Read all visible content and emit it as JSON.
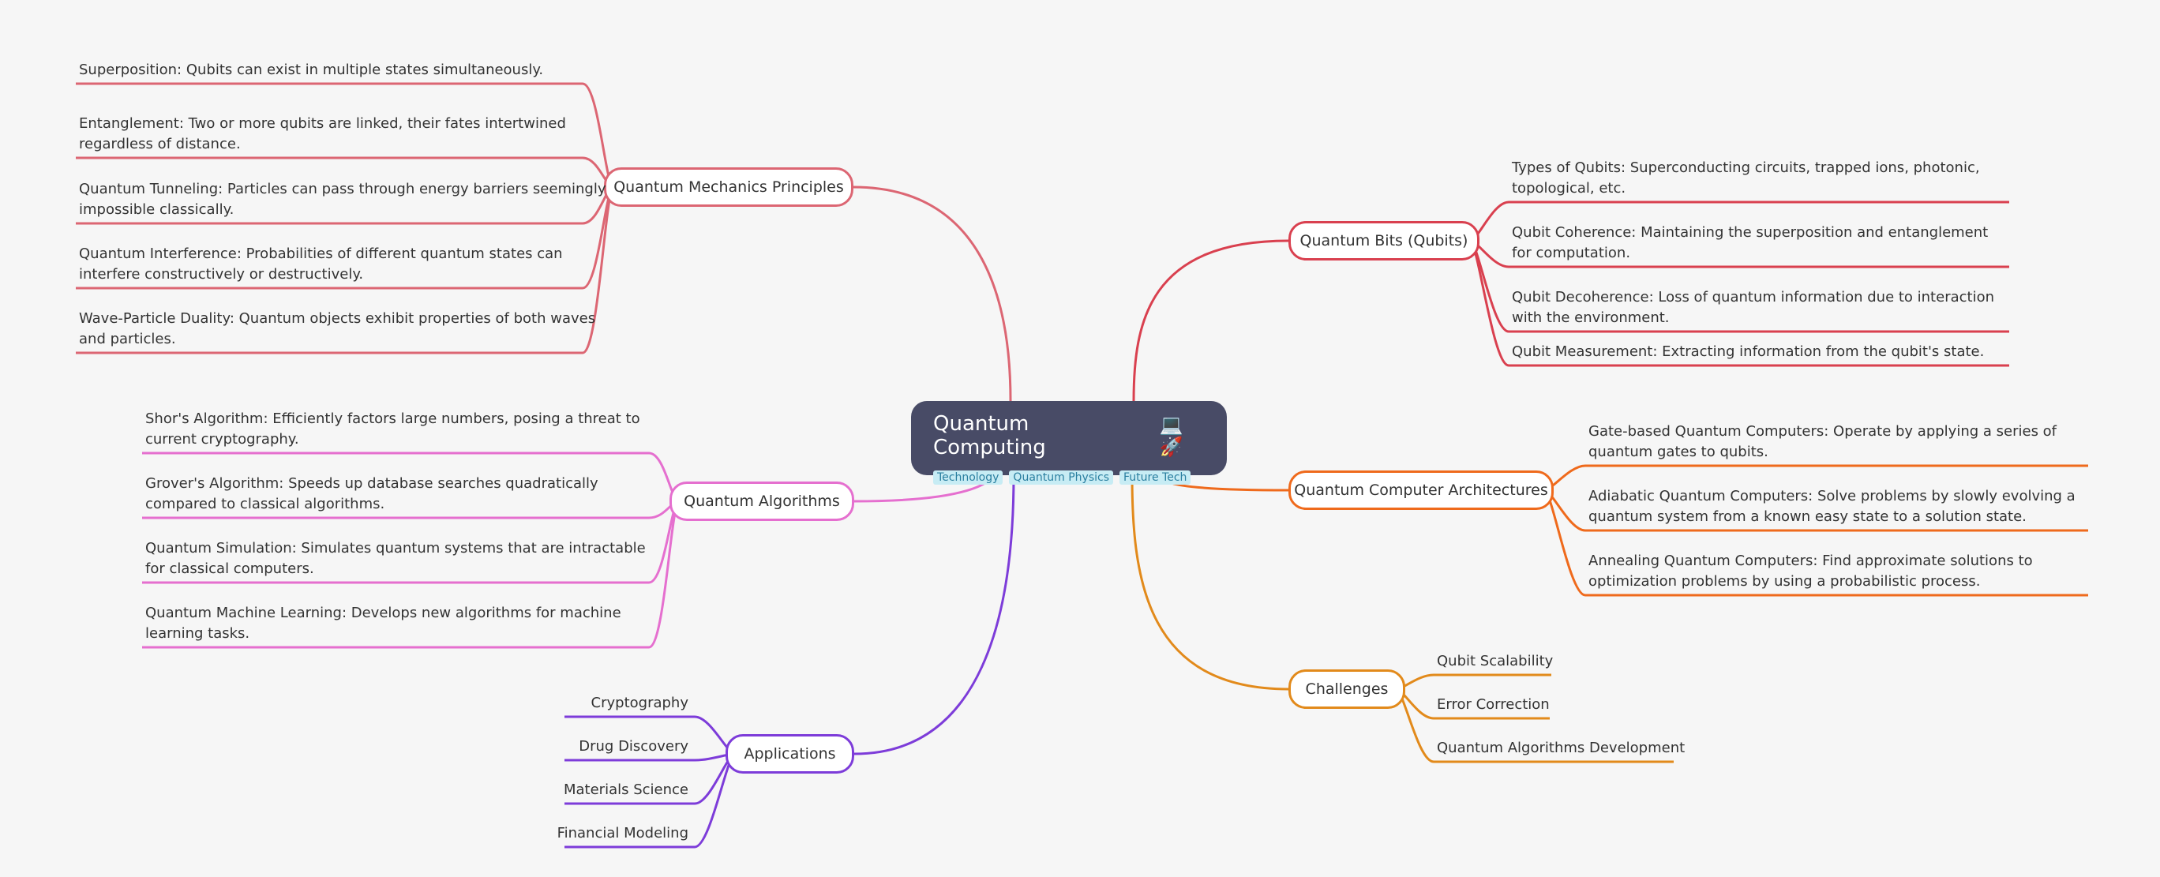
{
  "root": {
    "title": "Quantum Computing",
    "emoji": "💻🚀",
    "tags": [
      "Technology",
      "Quantum Physics",
      "Future Tech"
    ]
  },
  "branches": {
    "mechanics": {
      "label": "Quantum Mechanics Principles",
      "color": "#dc6673",
      "leaves": [
        "Superposition: Qubits can exist in multiple states simultaneously.",
        "Entanglement: Two or more qubits are linked, their fates intertwined regardless of distance.",
        "Quantum Tunneling: Particles can pass through energy barriers seemingly impossible classically.",
        "Quantum Interference: Probabilities of different quantum states can interfere constructively or destructively.",
        "Wave-Particle Duality: Quantum objects exhibit properties of both waves and particles."
      ]
    },
    "algorithms": {
      "label": "Quantum Algorithms",
      "color": "#e56fcf",
      "leaves": [
        "Shor's Algorithm: Efficiently factors large numbers, posing a threat to current cryptography.",
        "Grover's Algorithm: Speeds up database searches quadratically compared to classical algorithms.",
        "Quantum Simulation: Simulates quantum systems that are intractable for classical computers.",
        "Quantum Machine Learning: Develops new algorithms for machine learning tasks."
      ]
    },
    "applications": {
      "label": "Applications",
      "color": "#7d3cd9",
      "leaves": [
        "Cryptography",
        "Drug Discovery",
        "Materials Science",
        "Financial Modeling"
      ]
    },
    "qubits": {
      "label": "Quantum Bits (Qubits)",
      "color": "#d9404f",
      "leaves": [
        "Types of Qubits: Superconducting circuits, trapped ions, photonic, topological, etc.",
        "Qubit Coherence: Maintaining the superposition and entanglement for computation.",
        "Qubit Decoherence: Loss of quantum information due to interaction with the environment.",
        "Qubit Measurement: Extracting information from the qubit's state."
      ]
    },
    "architectures": {
      "label": "Quantum Computer Architectures",
      "color": "#ef6a1c",
      "leaves": [
        "Gate-based Quantum Computers: Operate by applying a series of quantum gates to qubits.",
        "Adiabatic Quantum Computers: Solve problems by slowly evolving a quantum system from a known easy state to a solution state.",
        "Annealing Quantum Computers: Find approximate solutions to optimization problems by using a probabilistic process."
      ]
    },
    "challenges": {
      "label": "Challenges",
      "color": "#e28a1b",
      "leaves": [
        "Qubit Scalability",
        "Error Correction",
        "Quantum Algorithms Development"
      ]
    }
  }
}
